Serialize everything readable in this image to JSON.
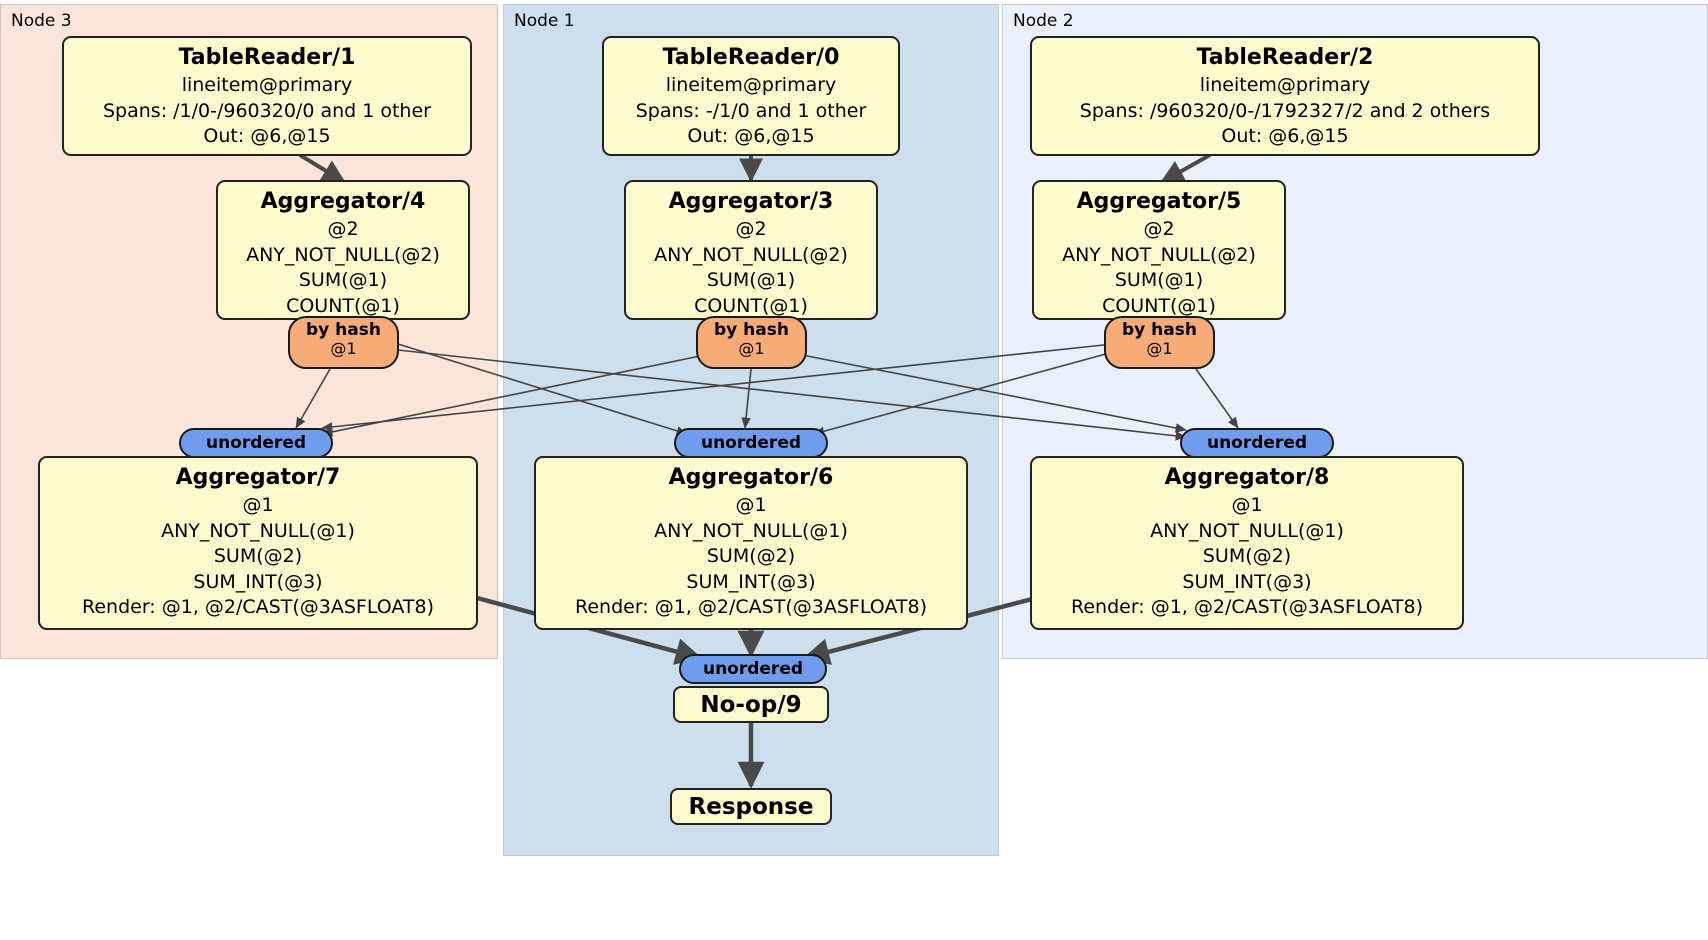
{
  "diagram": {
    "type": "distsql-physical-plan",
    "title": "",
    "nodes": [
      {
        "id": "node3",
        "label": "Node 3",
        "color": "#fbe5da"
      },
      {
        "id": "node1",
        "label": "Node 1",
        "color": "#cddfec"
      },
      {
        "id": "node2",
        "label": "Node 2",
        "color": "#eaf0fb"
      }
    ],
    "processors": [
      {
        "id": "tablereader1",
        "node": "node3",
        "title": "TableReader/1",
        "lines": [
          "lineitem@primary",
          "Spans: /1/0-/960320/0 and 1 other",
          "Out: @6,@15"
        ]
      },
      {
        "id": "tablereader0",
        "node": "node1",
        "title": "TableReader/0",
        "lines": [
          "lineitem@primary",
          "Spans: -/1/0 and 1 other",
          "Out: @6,@15"
        ]
      },
      {
        "id": "tablereader2",
        "node": "node2",
        "title": "TableReader/2",
        "lines": [
          "lineitem@primary",
          "Spans: /960320/0-/1792327/2 and 2 others",
          "Out: @6,@15"
        ]
      },
      {
        "id": "aggregator4",
        "node": "node3",
        "title": "Aggregator/4",
        "lines": [
          "@2",
          "ANY_NOT_NULL(@2)",
          "SUM(@1)",
          "COUNT(@1)"
        ]
      },
      {
        "id": "aggregator3",
        "node": "node1",
        "title": "Aggregator/3",
        "lines": [
          "@2",
          "ANY_NOT_NULL(@2)",
          "SUM(@1)",
          "COUNT(@1)"
        ]
      },
      {
        "id": "aggregator5",
        "node": "node2",
        "title": "Aggregator/5",
        "lines": [
          "@2",
          "ANY_NOT_NULL(@2)",
          "SUM(@1)",
          "COUNT(@1)"
        ]
      },
      {
        "id": "aggregator7",
        "node": "node3",
        "title": "Aggregator/7",
        "lines": [
          "@1",
          "ANY_NOT_NULL(@1)",
          "SUM(@2)",
          "SUM_INT(@3)",
          "Render: @1, @2/CAST(@3ASFLOAT8)"
        ]
      },
      {
        "id": "aggregator6",
        "node": "node1",
        "title": "Aggregator/6",
        "lines": [
          "@1",
          "ANY_NOT_NULL(@1)",
          "SUM(@2)",
          "SUM_INT(@3)",
          "Render: @1, @2/CAST(@3ASFLOAT8)"
        ]
      },
      {
        "id": "aggregator8",
        "node": "node2",
        "title": "Aggregator/8",
        "lines": [
          "@1",
          "ANY_NOT_NULL(@1)",
          "SUM(@2)",
          "SUM_INT(@3)",
          "Render: @1, @2/CAST(@3ASFLOAT8)"
        ]
      },
      {
        "id": "noop9",
        "node": "node1",
        "title": "No-op/9",
        "lines": []
      },
      {
        "id": "response",
        "node": "node1",
        "title": "Response",
        "lines": []
      }
    ],
    "badges": [
      {
        "id": "hash-left",
        "kind": "by-hash",
        "title": "by hash",
        "sub": "@1"
      },
      {
        "id": "hash-mid",
        "kind": "by-hash",
        "title": "by hash",
        "sub": "@1"
      },
      {
        "id": "hash-right",
        "kind": "by-hash",
        "title": "by hash",
        "sub": "@1"
      },
      {
        "id": "unordered-left",
        "kind": "unordered",
        "title": "unordered",
        "sub": ""
      },
      {
        "id": "unordered-mid",
        "kind": "unordered",
        "title": "unordered",
        "sub": ""
      },
      {
        "id": "unordered-right",
        "kind": "unordered",
        "title": "unordered",
        "sub": ""
      },
      {
        "id": "unordered-final",
        "kind": "unordered",
        "title": "unordered",
        "sub": ""
      }
    ],
    "colors": {
      "node3_bg": "#fbe5da",
      "node1_bg": "#cddfec",
      "node2_bg": "#eaf0fb",
      "box_bg": "#fbfbcd",
      "box_border": "#222222",
      "hash_badge": "#f7ab76",
      "unordered_badge": "#6f9ced",
      "edge": "#4a4a4a"
    }
  }
}
